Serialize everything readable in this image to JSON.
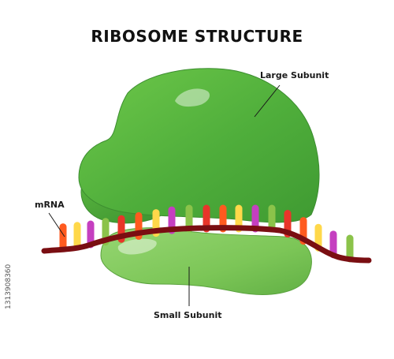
{
  "title": "RIBOSOME STRUCTURE",
  "labels": {
    "large_subunit": "Large Subunit",
    "small_subunit": "Small Subunit",
    "mrna": "mRNA"
  },
  "stock_id": "1313908360",
  "colors": {
    "subunit_green": "#5cb33d",
    "subunit_light": "#8fd06a",
    "mrna_strand": "#7a0e12",
    "nucleotides": [
      "#ff5a1f",
      "#ffd84a",
      "#c53fc0",
      "#8bc34a",
      "#e8352a"
    ]
  }
}
